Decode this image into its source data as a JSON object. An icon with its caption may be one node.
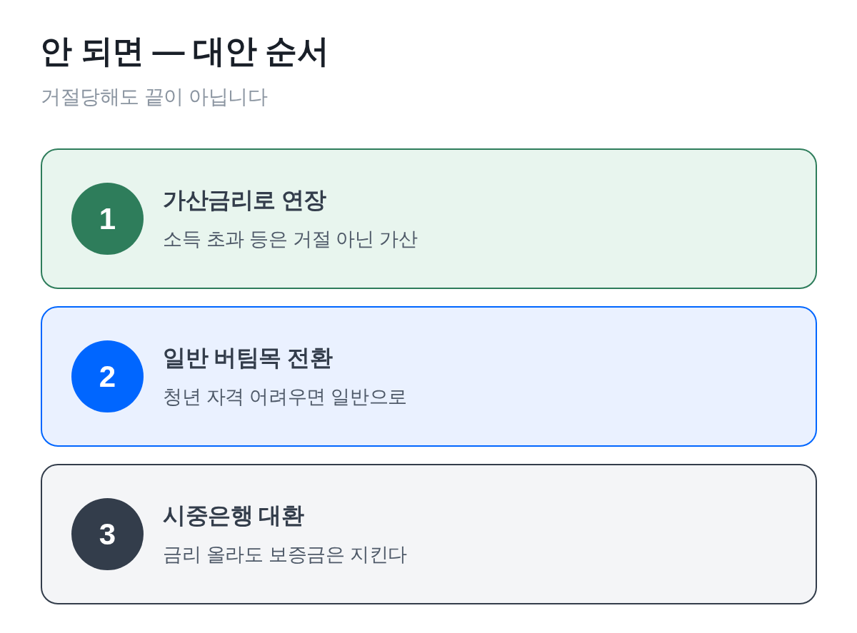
{
  "diagram": {
    "title": "안 되면 — 대안 순서",
    "nodes": [
      {
        "text": [
          "가산금리로 연장",
          "소득 초과 등은 거절 아닌 가산"
        ]
      },
      {
        "text": [
          "1"
        ],
        "in": 0
      },
      {
        "text": [
          "일반 버팀목 전환",
          "청년 자격 어려우면 일반으로"
        ]
      },
      {
        "text": [
          "2"
        ],
        "in": 2
      },
      {
        "text": [
          "시중은행 대환",
          "금리 올라도 보증금은 지킨다"
        ]
      },
      {
        "text": [
          "3"
        ],
        "in": 4
      }
    ],
    "edges": [],
    "labels": [
      "거절당해도 끝이 아닙니다"
    ]
  }
}
